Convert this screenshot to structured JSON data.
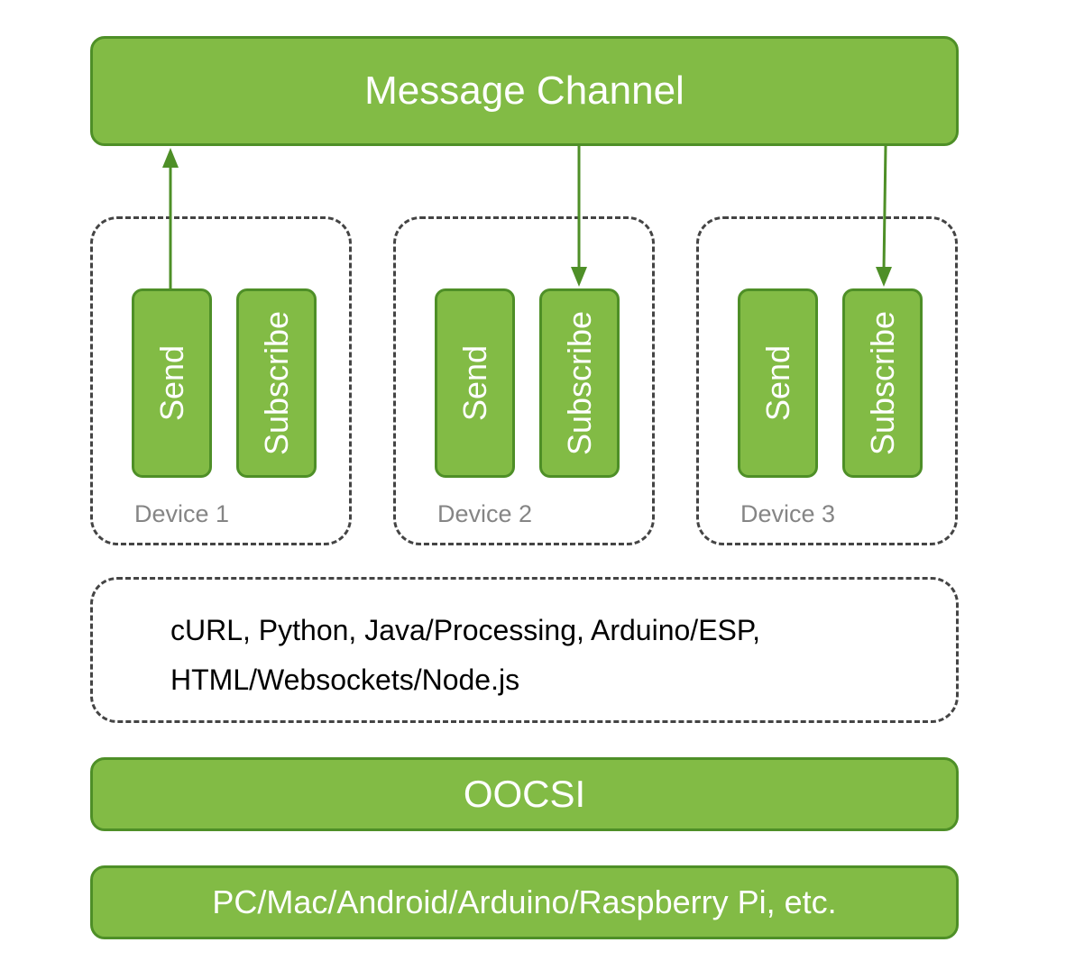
{
  "message_channel": {
    "label": "Message Channel"
  },
  "devices": [
    {
      "name": "Device 1",
      "send_label": "Send",
      "subscribe_label": "Subscribe"
    },
    {
      "name": "Device 2",
      "send_label": "Send",
      "subscribe_label": "Subscribe"
    },
    {
      "name": "Device 3",
      "send_label": "Send",
      "subscribe_label": "Subscribe"
    }
  ],
  "languages": {
    "line1": "cURL, Python, Java/Processing, Arduino/ESP,",
    "line2": "HTML/Websockets/Node.js"
  },
  "oocsi": {
    "label": "OOCSI"
  },
  "platforms": {
    "label": "PC/Mac/Android/Arduino/Raspberry Pi, etc."
  },
  "colors": {
    "box_fill": "#82bb45",
    "box_border": "#4e8f27",
    "arrow": "#4e8f27",
    "dashed_border": "#444444",
    "device_label": "#858585"
  }
}
